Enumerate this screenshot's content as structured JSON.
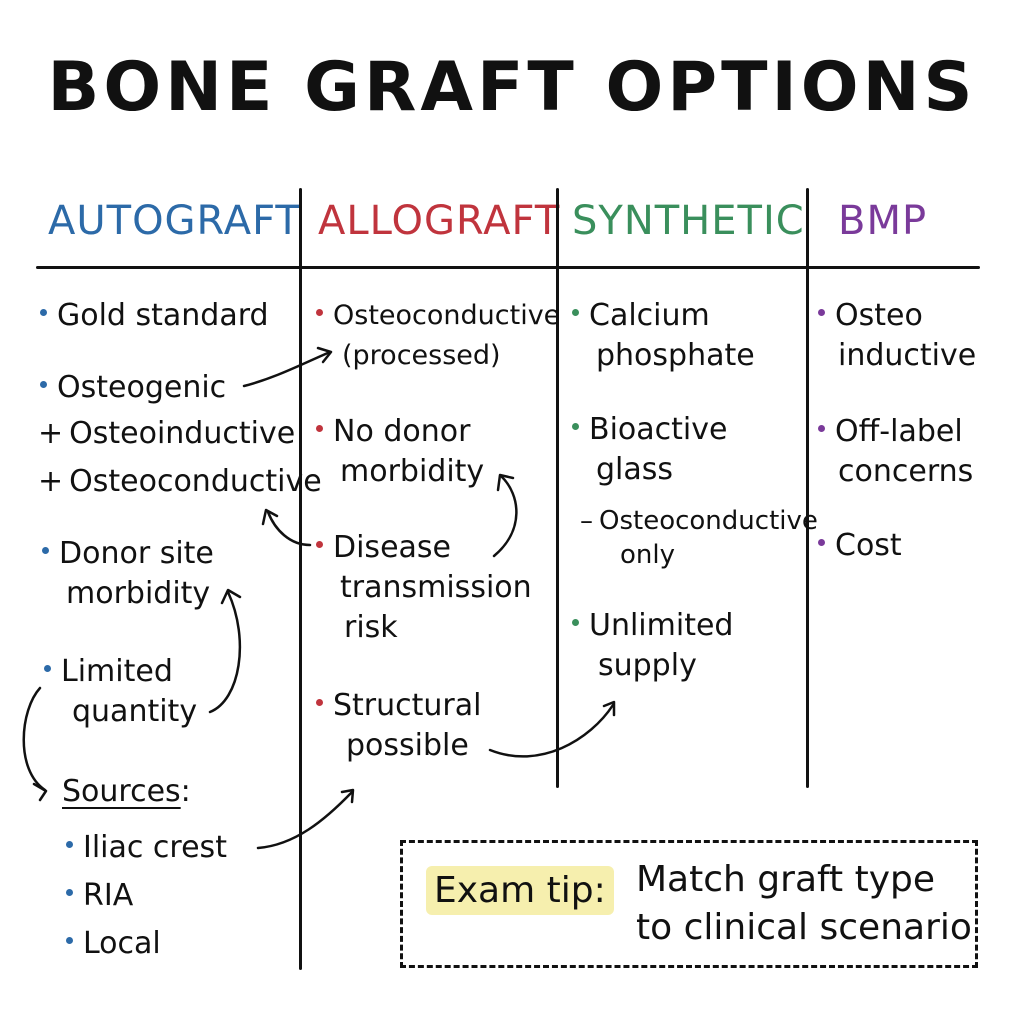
{
  "title": "BONE GRAFT OPTIONS",
  "colors": {
    "autograft": "#2c6aa8",
    "allograft": "#c0343d",
    "synthetic": "#3a8f5c",
    "bmp": "#7a3a9a",
    "ink": "#111111",
    "highlight": "#f6efae"
  },
  "columns": [
    {
      "header": "AUTOGRAFT",
      "items": [
        {
          "type": "bullet",
          "lines": [
            "Gold standard"
          ]
        },
        {
          "type": "bullet",
          "lines": [
            "Osteogenic"
          ]
        },
        {
          "type": "plus",
          "lines": [
            "Osteoinductive"
          ]
        },
        {
          "type": "plus",
          "lines": [
            "Osteoconductive"
          ]
        },
        {
          "type": "bullet",
          "lines": [
            "Donor site",
            "morbidity"
          ]
        },
        {
          "type": "bullet",
          "lines": [
            "Limited",
            "quantity"
          ]
        }
      ],
      "sources": {
        "label": "Sources",
        "items": [
          "Iliac crest",
          "RIA",
          "Local"
        ]
      }
    },
    {
      "header": "ALLOGRAFT",
      "items": [
        {
          "type": "bullet",
          "lines": [
            "Osteoconductive",
            "(processed)"
          ]
        },
        {
          "type": "bullet",
          "lines": [
            "No donor",
            "morbidity"
          ]
        },
        {
          "type": "bullet",
          "lines": [
            "Disease",
            "transmission",
            "risk"
          ]
        },
        {
          "type": "bullet",
          "lines": [
            "Structural",
            "possible"
          ]
        }
      ]
    },
    {
      "header": "SYNTHETIC",
      "items": [
        {
          "type": "bullet",
          "lines": [
            "Calcium",
            "phosphate"
          ]
        },
        {
          "type": "bullet",
          "lines": [
            "Bioactive",
            "glass"
          ]
        },
        {
          "type": "dash",
          "lines": [
            "Osteoconductive",
            "only"
          ]
        },
        {
          "type": "bullet",
          "lines": [
            "Unlimited",
            "supply"
          ]
        }
      ]
    },
    {
      "header": "BMP",
      "items": [
        {
          "type": "bullet",
          "lines": [
            "Osteo",
            "inductive"
          ]
        },
        {
          "type": "bullet",
          "lines": [
            "Off-label",
            "concerns"
          ]
        },
        {
          "type": "bullet",
          "lines": [
            "Cost"
          ]
        }
      ]
    }
  ],
  "tip": {
    "label": "Exam tip:",
    "line1": "Match graft type",
    "line2": "to clinical scenario"
  }
}
